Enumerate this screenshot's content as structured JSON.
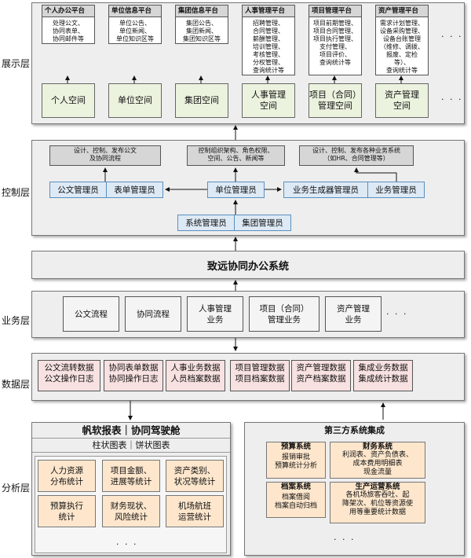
{
  "layers": {
    "display": "展示层",
    "control": "控制层",
    "business": "业务层",
    "data": "数据层",
    "analysis": "分析层"
  },
  "platforms": [
    {
      "title": "个人办公平台",
      "body": "处理公文、\n协同表单、\n协同邮件等"
    },
    {
      "title": "单位信息平台",
      "body": "单位公告、\n单位新闻、\n单位知识区等"
    },
    {
      "title": "集团信息平台",
      "body": "集团公告、\n集团新闻、\n集团知识区等"
    },
    {
      "title": "人事管理平台",
      "body": "招聘管理、\n合同管理、\n薪酬管理、\n培训管理、\n考核管理、\n分权管理、\n查询统计等"
    },
    {
      "title": "项目管理平台",
      "body": "项目前期管理、\n项目合同管理、\n项目执行管理、\n支付管理、\n项目评价、\n查询统计等"
    },
    {
      "title": "资产管理平台",
      "body": "需求计划管理、\n设备采购管理、\n设备台账管理\n（维修、调拨、\n报废、定检\n等）、\n查询统计等"
    }
  ],
  "spaces": [
    "个人空间",
    "单位空间",
    "集团空间",
    "人事管理\n空间",
    "项目（合同）\n管理空间",
    "资产管理\n空间"
  ],
  "ellipsis": "· · ·",
  "control": {
    "desc1": "设计、控制、发布公文\n及协同流程",
    "desc2": "控制组织架构、角色权限、\n空间、公告、新闻等",
    "desc3": "设计、控制、发布各种业务系统\n（如HR、合同管理等）",
    "doc_admin": "公文管理员",
    "form_admin": "表单管理员",
    "unit_admin": "单位管理员",
    "biz_gen_admin": "业务生成器管理员",
    "biz_admin": "业务管理员",
    "sys_admin": "系统管理员",
    "group_admin": "集团管理员"
  },
  "core_system": "致远协同办公系统",
  "business": [
    "公文流程",
    "协同流程",
    "人事管理\n业务",
    "项目（合同）\n管理业务",
    "资产管理\n业务"
  ],
  "data_boxes": [
    "公文流转数据\n公文操作日志",
    "协同表单数据\n协同操作日志",
    "人事业务数据\n人员档案数据",
    "项目管理数据\n项目档案数据",
    "资产管理数据\n资产档案数据",
    "集成业务数据\n集成统计数据"
  ],
  "analysis": {
    "title": "帆软报表｜协同驾驶舱",
    "subtitle": "柱状图表｜饼状图表",
    "items": [
      "人力资源\n分布统计",
      "项目金额、\n进展等统计",
      "资产类别、\n状况等统计",
      "预算执行\n统计",
      "财务现状、\n风险统计",
      "机场航班\n运营统计"
    ]
  },
  "third_party": {
    "title": "第三方系统集成",
    "budget_title": "预算系统",
    "budget_body": "报销审批\n预算统计分析",
    "finance_title": "财务系统",
    "finance_body": "利润表、资产负债表、\n成本费用明细表\n现金流量",
    "archive_title": "档案系统",
    "archive_body": "档案借阅\n档案自动归档",
    "ops_title": "生产运营系统",
    "ops_body": "各机场旅客吞吐、起\n降架次、机位等资源使\n用等重要统计数据"
  }
}
